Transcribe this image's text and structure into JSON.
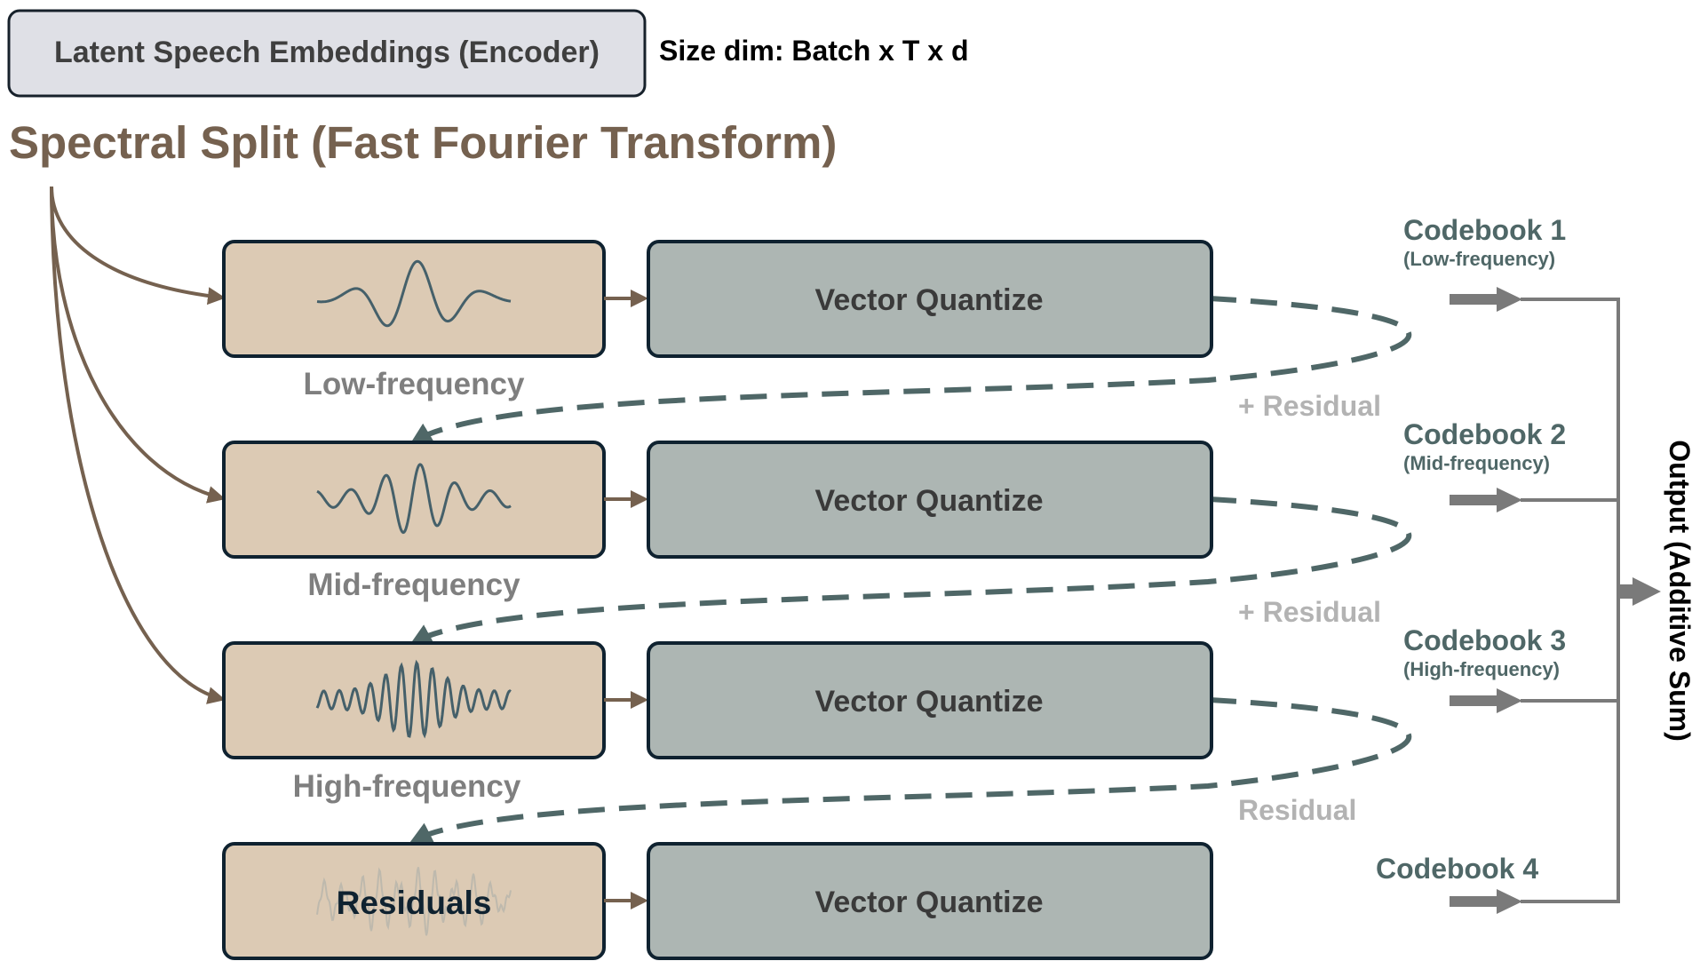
{
  "encoder": {
    "label": "Latent Speech Embeddings (Encoder)",
    "size_note": "Size dim: Batch x T x d"
  },
  "split_title": "Spectral Split (Fast Fourier Transform)",
  "bands": [
    {
      "label": "Low-frequency",
      "box_text": "",
      "wave": "low"
    },
    {
      "label": "Mid-frequency",
      "box_text": "",
      "wave": "mid"
    },
    {
      "label": "High-frequency",
      "box_text": "",
      "wave": "high"
    },
    {
      "label": "",
      "box_text": "Residuals",
      "wave": "residual"
    }
  ],
  "quantizers": [
    {
      "label": "Vector Quantize"
    },
    {
      "label": "Vector Quantize"
    },
    {
      "label": "Vector Quantize"
    },
    {
      "label": "Vector Quantize"
    }
  ],
  "residual_labels": [
    "+ Residual",
    "+ Residual",
    "Residual"
  ],
  "codebooks": [
    {
      "title": "Codebook 1",
      "subtitle": "(Low-frequency)"
    },
    {
      "title": "Codebook 2",
      "subtitle": "(Mid-frequency)"
    },
    {
      "title": "Codebook 3",
      "subtitle": "(High-frequency)"
    },
    {
      "title": "Codebook 4",
      "subtitle": ""
    }
  ],
  "output_label": "Output (Additive Sum)",
  "colors": {
    "brown": "#75614f",
    "band_fill": "#dccab4",
    "quant_fill": "#adb6b3",
    "dark": "#0f2230",
    "slate": "#4f6767",
    "gray_text": "#7f7f7f",
    "residual_text": "#b3b3b3",
    "encoder_fill": "#dfe0e6",
    "arrow_gray": "#7a7a7a",
    "wave": "#45606a"
  }
}
